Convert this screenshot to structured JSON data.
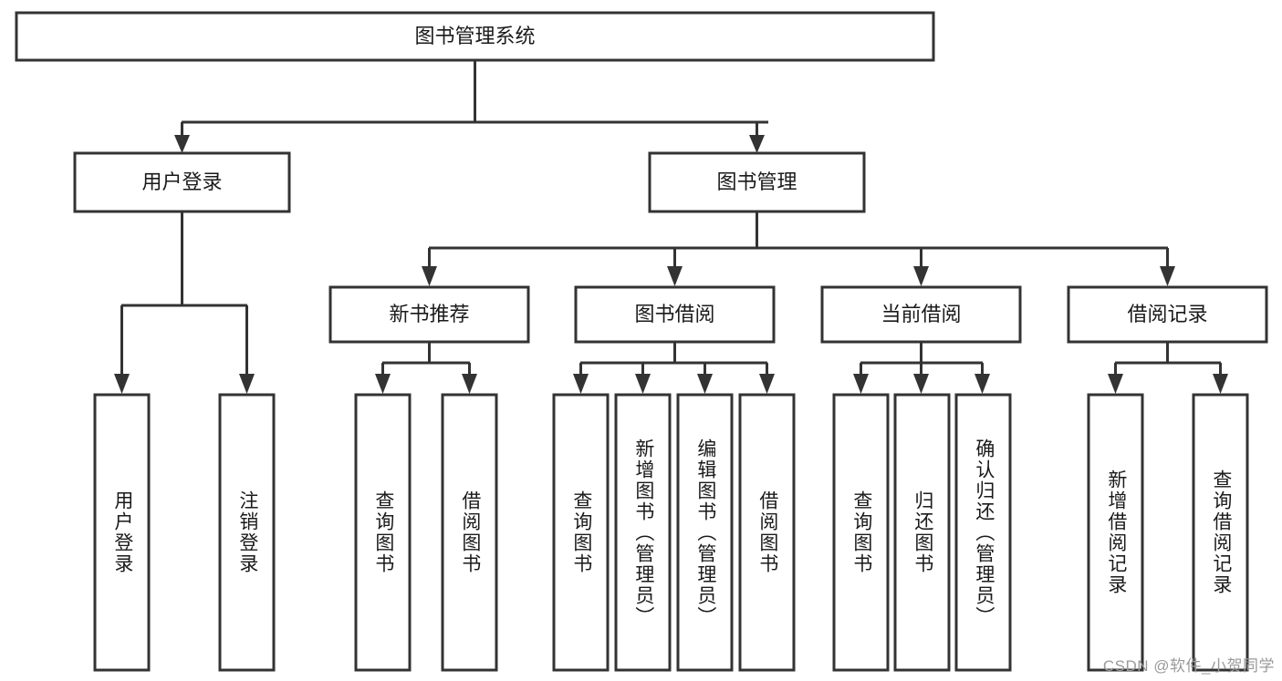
{
  "diagram": {
    "title": "图书管理系统",
    "type": "tree",
    "style": {
      "box_fill": "#ffffff",
      "box_stroke": "#333333",
      "text_color": "#1a1a1a",
      "watermark_color": "#9a9a9a",
      "background": "#ffffff"
    },
    "root": {
      "id": "root",
      "label": "图书管理系统",
      "orientation": "horizontal"
    },
    "level2": [
      {
        "id": "user-login",
        "label": "用户登录",
        "orientation": "horizontal"
      },
      {
        "id": "book-management",
        "label": "图书管理",
        "orientation": "horizontal"
      }
    ],
    "level3": [
      {
        "id": "new-book-recommend",
        "label": "新书推荐",
        "parent": "book-management",
        "orientation": "horizontal"
      },
      {
        "id": "book-borrow",
        "label": "图书借阅",
        "parent": "book-management",
        "orientation": "horizontal"
      },
      {
        "id": "current-borrow",
        "label": "当前借阅",
        "parent": "book-management",
        "orientation": "horizontal"
      },
      {
        "id": "borrow-record",
        "label": "借阅记录",
        "parent": "book-management",
        "orientation": "horizontal"
      }
    ],
    "leaves": [
      {
        "id": "leaf-user-login",
        "label": "用户登录",
        "parent": "user-login",
        "orientation": "vertical"
      },
      {
        "id": "leaf-user-logout",
        "label": "注销登录",
        "parent": "user-login",
        "orientation": "vertical"
      },
      {
        "id": "leaf-query-book-1",
        "label": "查询图书",
        "parent": "new-book-recommend",
        "orientation": "vertical"
      },
      {
        "id": "leaf-borrow-book-1",
        "label": "借阅图书",
        "parent": "new-book-recommend",
        "orientation": "vertical"
      },
      {
        "id": "leaf-query-book-2",
        "label": "查询图书",
        "parent": "book-borrow",
        "orientation": "vertical"
      },
      {
        "id": "leaf-add-book",
        "label": "新增图书（管理员）",
        "parent": "book-borrow",
        "orientation": "vertical"
      },
      {
        "id": "leaf-edit-book",
        "label": "编辑图书（管理员）",
        "parent": "book-borrow",
        "orientation": "vertical"
      },
      {
        "id": "leaf-borrow-book-2",
        "label": "借阅图书",
        "parent": "book-borrow",
        "orientation": "vertical"
      },
      {
        "id": "leaf-query-book-3",
        "label": "查询图书",
        "parent": "current-borrow",
        "orientation": "vertical"
      },
      {
        "id": "leaf-return-book",
        "label": "归还图书",
        "parent": "current-borrow",
        "orientation": "vertical"
      },
      {
        "id": "leaf-confirm-return",
        "label": "确认归还（管理员）",
        "parent": "current-borrow",
        "orientation": "vertical"
      },
      {
        "id": "leaf-add-record",
        "label": "新增借阅记录",
        "parent": "borrow-record",
        "orientation": "vertical"
      },
      {
        "id": "leaf-query-record",
        "label": "查询借阅记录",
        "parent": "borrow-record",
        "orientation": "vertical"
      }
    ],
    "watermark": "CSDN @软件_小贺同学"
  }
}
